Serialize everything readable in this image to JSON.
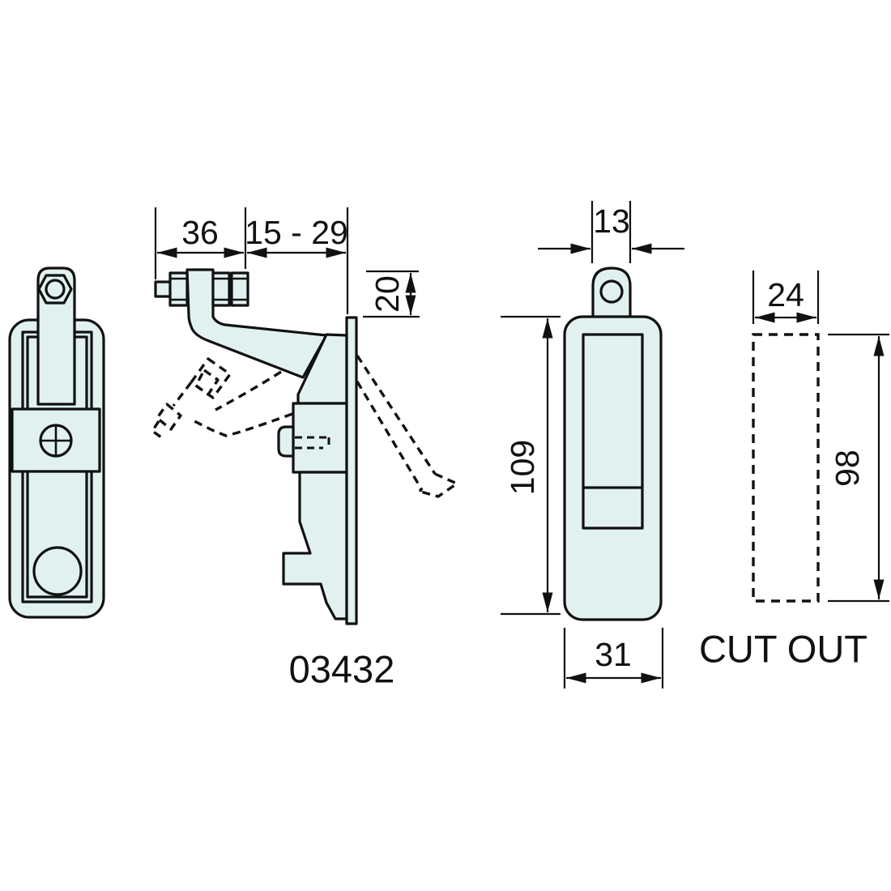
{
  "drawing": {
    "part_number": "03432",
    "cutout_label": "CUT OUT"
  },
  "dimensions": {
    "side_arm_length": "36",
    "side_grip_range": "15 - 29",
    "side_offset": "20",
    "front_tab_width": "13",
    "front_height": "109",
    "front_width": "31",
    "cutout_width": "24",
    "cutout_height": "98"
  },
  "colors": {
    "body_fill": "#e0f1f0",
    "line": "#111111",
    "background": "#ffffff"
  }
}
